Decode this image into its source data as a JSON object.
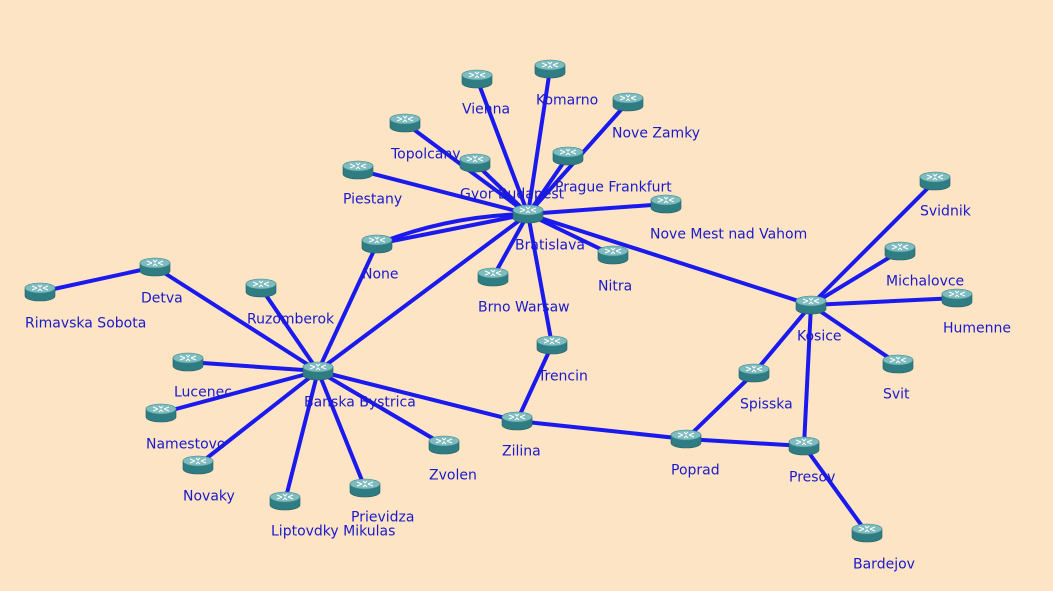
{
  "colors": {
    "background": "#fce4c4",
    "link": "#1a1aee",
    "label": "#1a1acc",
    "router_top": "#7fbcc0",
    "router_side": "#2f7d83"
  },
  "node_icon": "router-icon",
  "nodes": [
    {
      "id": "bratislava",
      "label": "Bratislava"
    },
    {
      "id": "vienna",
      "label": "Vienna"
    },
    {
      "id": "komarno",
      "label": "Komarno"
    },
    {
      "id": "nove-zamky",
      "label": "Nove Zamky"
    },
    {
      "id": "topolcany",
      "label": "Topolcany"
    },
    {
      "id": "gyor-budapest",
      "label": "Gyor Budapest"
    },
    {
      "id": "prague-frankfurt",
      "label": "Prague Frankfurt"
    },
    {
      "id": "piestany",
      "label": "Piestany"
    },
    {
      "id": "nove-mest",
      "label": "Nove Mest nad Vahom"
    },
    {
      "id": "none",
      "label": "None"
    },
    {
      "id": "brno-warsaw",
      "label": "Brno Warsaw"
    },
    {
      "id": "nitra",
      "label": "Nitra"
    },
    {
      "id": "trencin",
      "label": "Trencin"
    },
    {
      "id": "zilina",
      "label": "Zilina"
    },
    {
      "id": "detva",
      "label": "Detva"
    },
    {
      "id": "rimavska-sobota",
      "label": "Rimavska Sobota"
    },
    {
      "id": "ruzomberok",
      "label": "Ruzomberok"
    },
    {
      "id": "banska-bystrica",
      "label": "Banska Bystrica"
    },
    {
      "id": "lucenec",
      "label": "Lucenec"
    },
    {
      "id": "namestovo",
      "label": "Namestovo"
    },
    {
      "id": "novaky",
      "label": "Novaky"
    },
    {
      "id": "liptovsky-mikulas",
      "label": "Liptovdky Mikulas"
    },
    {
      "id": "prievidza",
      "label": "Prievidza"
    },
    {
      "id": "zvolen",
      "label": "Zvolen"
    },
    {
      "id": "poprad",
      "label": "Poprad"
    },
    {
      "id": "spisska",
      "label": "Spisska"
    },
    {
      "id": "presov",
      "label": "Presov"
    },
    {
      "id": "bardejov",
      "label": "Bardejov"
    },
    {
      "id": "kosice",
      "label": "Kosice"
    },
    {
      "id": "svidnik",
      "label": "Svidnik"
    },
    {
      "id": "michalovce",
      "label": "Michalovce"
    },
    {
      "id": "humenne",
      "label": "Humenne"
    },
    {
      "id": "svit",
      "label": "Svit"
    }
  ],
  "links": [
    [
      "bratislava",
      "vienna"
    ],
    [
      "bratislava",
      "komarno"
    ],
    [
      "bratislava",
      "nove-zamky"
    ],
    [
      "bratislava",
      "topolcany"
    ],
    [
      "bratislava",
      "gyor-budapest"
    ],
    [
      "bratislava",
      "prague-frankfurt"
    ],
    [
      "bratislava",
      "piestany"
    ],
    [
      "bratislava",
      "nove-mest"
    ],
    [
      "bratislava",
      "none"
    ],
    [
      "bratislava",
      "none"
    ],
    [
      "bratislava",
      "brno-warsaw"
    ],
    [
      "bratislava",
      "nitra"
    ],
    [
      "bratislava",
      "trencin"
    ],
    [
      "bratislava",
      "kosice"
    ],
    [
      "bratislava",
      "banska-bystrica"
    ],
    [
      "none",
      "banska-bystrica"
    ],
    [
      "trencin",
      "zilina"
    ],
    [
      "zilina",
      "banska-bystrica"
    ],
    [
      "zilina",
      "poprad"
    ],
    [
      "detva",
      "rimavska-sobota"
    ],
    [
      "detva",
      "banska-bystrica"
    ],
    [
      "ruzomberok",
      "banska-bystrica"
    ],
    [
      "lucenec",
      "banska-bystrica"
    ],
    [
      "namestovo",
      "banska-bystrica"
    ],
    [
      "novaky",
      "banska-bystrica"
    ],
    [
      "liptovsky-mikulas",
      "banska-bystrica"
    ],
    [
      "prievidza",
      "banska-bystrica"
    ],
    [
      "zvolen",
      "banska-bystrica"
    ],
    [
      "poprad",
      "spisska"
    ],
    [
      "poprad",
      "presov"
    ],
    [
      "spisska",
      "kosice"
    ],
    [
      "presov",
      "kosice"
    ],
    [
      "presov",
      "bardejov"
    ],
    [
      "kosice",
      "svidnik"
    ],
    [
      "kosice",
      "michalovce"
    ],
    [
      "kosice",
      "humenne"
    ],
    [
      "kosice",
      "svit"
    ]
  ]
}
